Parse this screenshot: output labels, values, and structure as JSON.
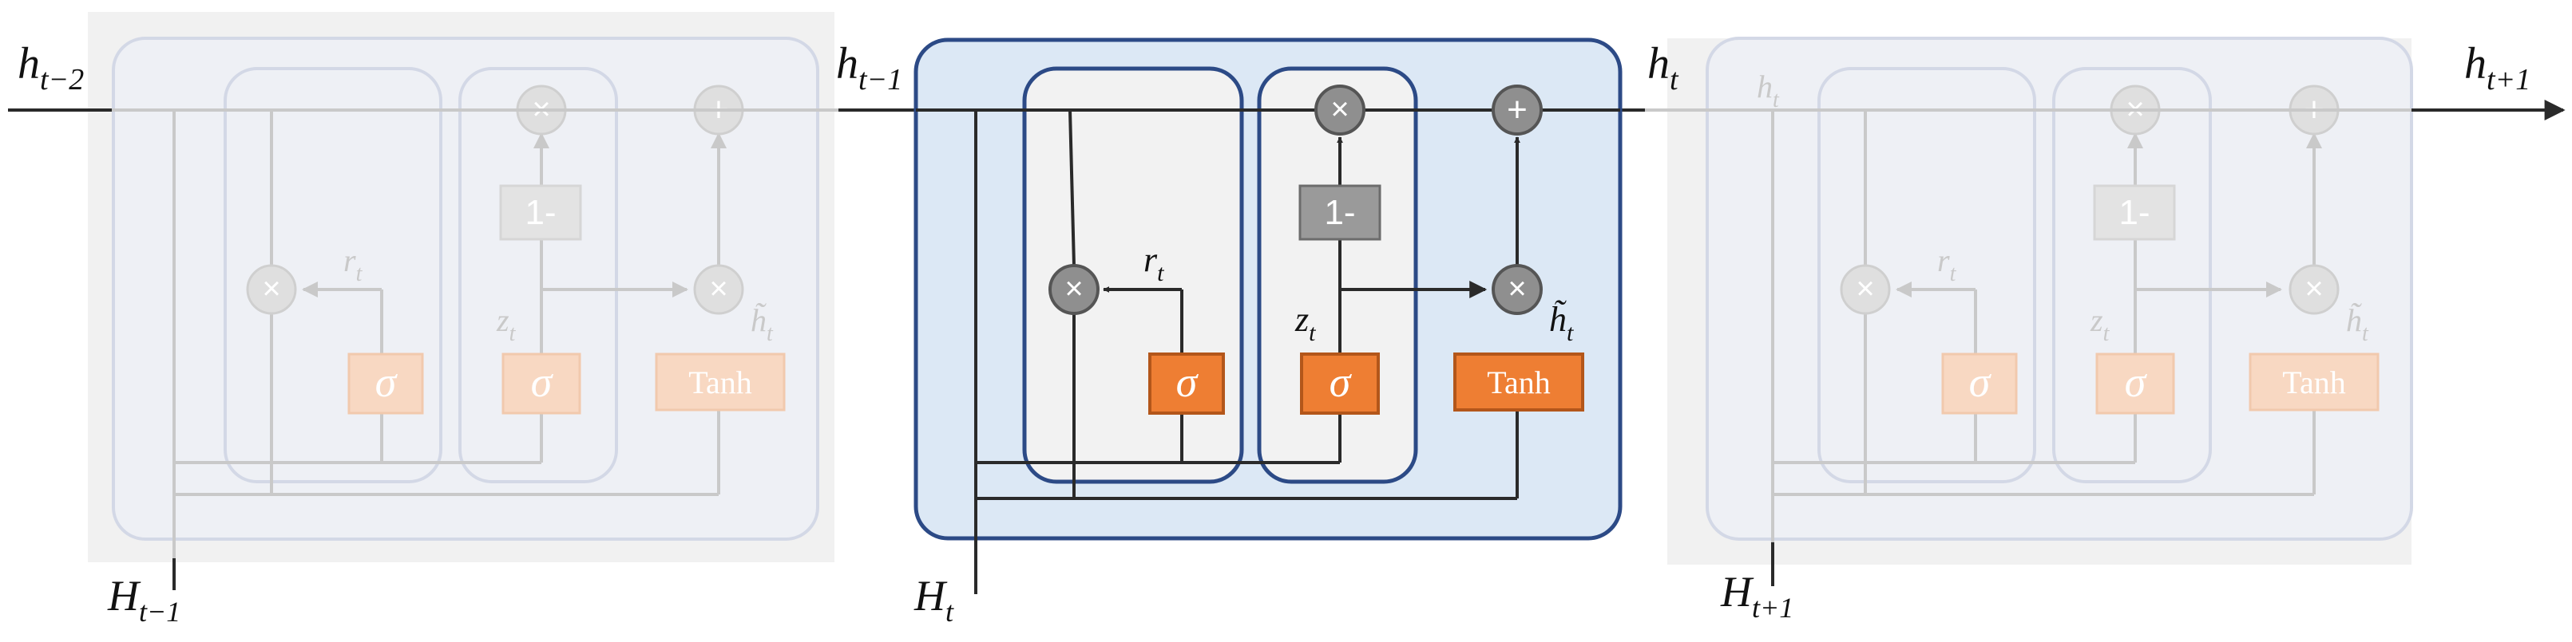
{
  "labels": {
    "h_t_minus_2": {
      "base": "h",
      "sub": "t−2"
    },
    "h_t_minus_1": {
      "base": "h",
      "sub": "t−1"
    },
    "h_t": {
      "base": "h",
      "sub": "t"
    },
    "h_t_plus_1": {
      "base": "h",
      "sub": "t+1"
    },
    "H_t_minus_1": {
      "base": "H",
      "sub": "t−1"
    },
    "H_t": {
      "base": "H",
      "sub": "t"
    },
    "H_t_plus_1": {
      "base": "H",
      "sub": "t+1"
    }
  },
  "cells": {
    "left": {
      "r_label": {
        "base": "r",
        "sub": "t"
      },
      "z_label": {
        "base": "z",
        "sub": "t"
      },
      "candidate_label": {
        "base": "h̃",
        "sub": "t"
      },
      "one_minus": "1-",
      "sigma_r": "σ",
      "sigma_z": "σ",
      "tanh": "Tanh"
    },
    "center": {
      "r_label": {
        "base": "r",
        "sub": "t"
      },
      "z_label": {
        "base": "z",
        "sub": "t"
      },
      "candidate_label": {
        "base": "h̃",
        "sub": "t"
      },
      "one_minus": "1-",
      "sigma_r": "σ",
      "sigma_z": "σ",
      "tanh": "Tanh"
    },
    "right": {
      "top_label": {
        "base": "h",
        "sub": "t"
      },
      "r_label": {
        "base": "r",
        "sub": "t"
      },
      "z_label": {
        "base": "z",
        "sub": "t"
      },
      "candidate_label": {
        "base": "h̃",
        "sub": "t"
      },
      "one_minus": "1-",
      "sigma_r": "σ",
      "sigma_z": "σ",
      "tanh": "Tanh"
    }
  },
  "colors": {
    "active_box_fill": "#dce8f5",
    "active_box_stroke": "#2c4a86",
    "gate_orange": "#ee7e33",
    "gate_orange_stroke": "#b3561a",
    "op_gray": "#8f8f8f",
    "faded_bg": "#f1f1f1"
  },
  "icons": {
    "multiply": "multiply-icon",
    "add": "plus-icon",
    "arrow": "arrow-icon"
  }
}
